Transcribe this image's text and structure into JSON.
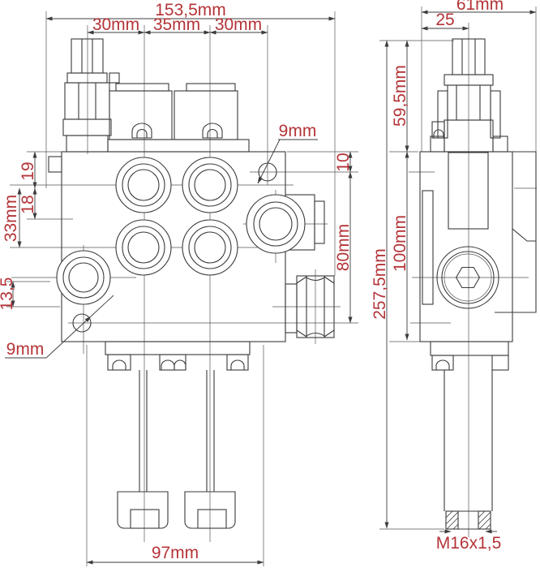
{
  "colors": {
    "dimension_text": "#b43438",
    "drawing_lines": "#3a3a3a",
    "background": "#ffffff"
  },
  "front_view": {
    "dimensions": {
      "total_width": "153,5mm",
      "section_spacings": [
        "30mm",
        "35mm",
        "30mm"
      ],
      "port_row1_from_top": "19",
      "port_step": "18",
      "port_row_spacing": "33mm",
      "port_bottom_offset": "13,5",
      "mount_hole_top": "9mm",
      "mount_hole_bottom": "9mm",
      "hole_from_top": "10",
      "hole_vertical_spacing": "80mm",
      "bottom_width": "97mm"
    }
  },
  "side_view": {
    "dimensions": {
      "total_width": "61mm",
      "lever_offset": "25",
      "lever_height": "59,5mm",
      "body_height": "100mm",
      "total_height": "257,5mm",
      "thread": "M16x1,5"
    }
  }
}
